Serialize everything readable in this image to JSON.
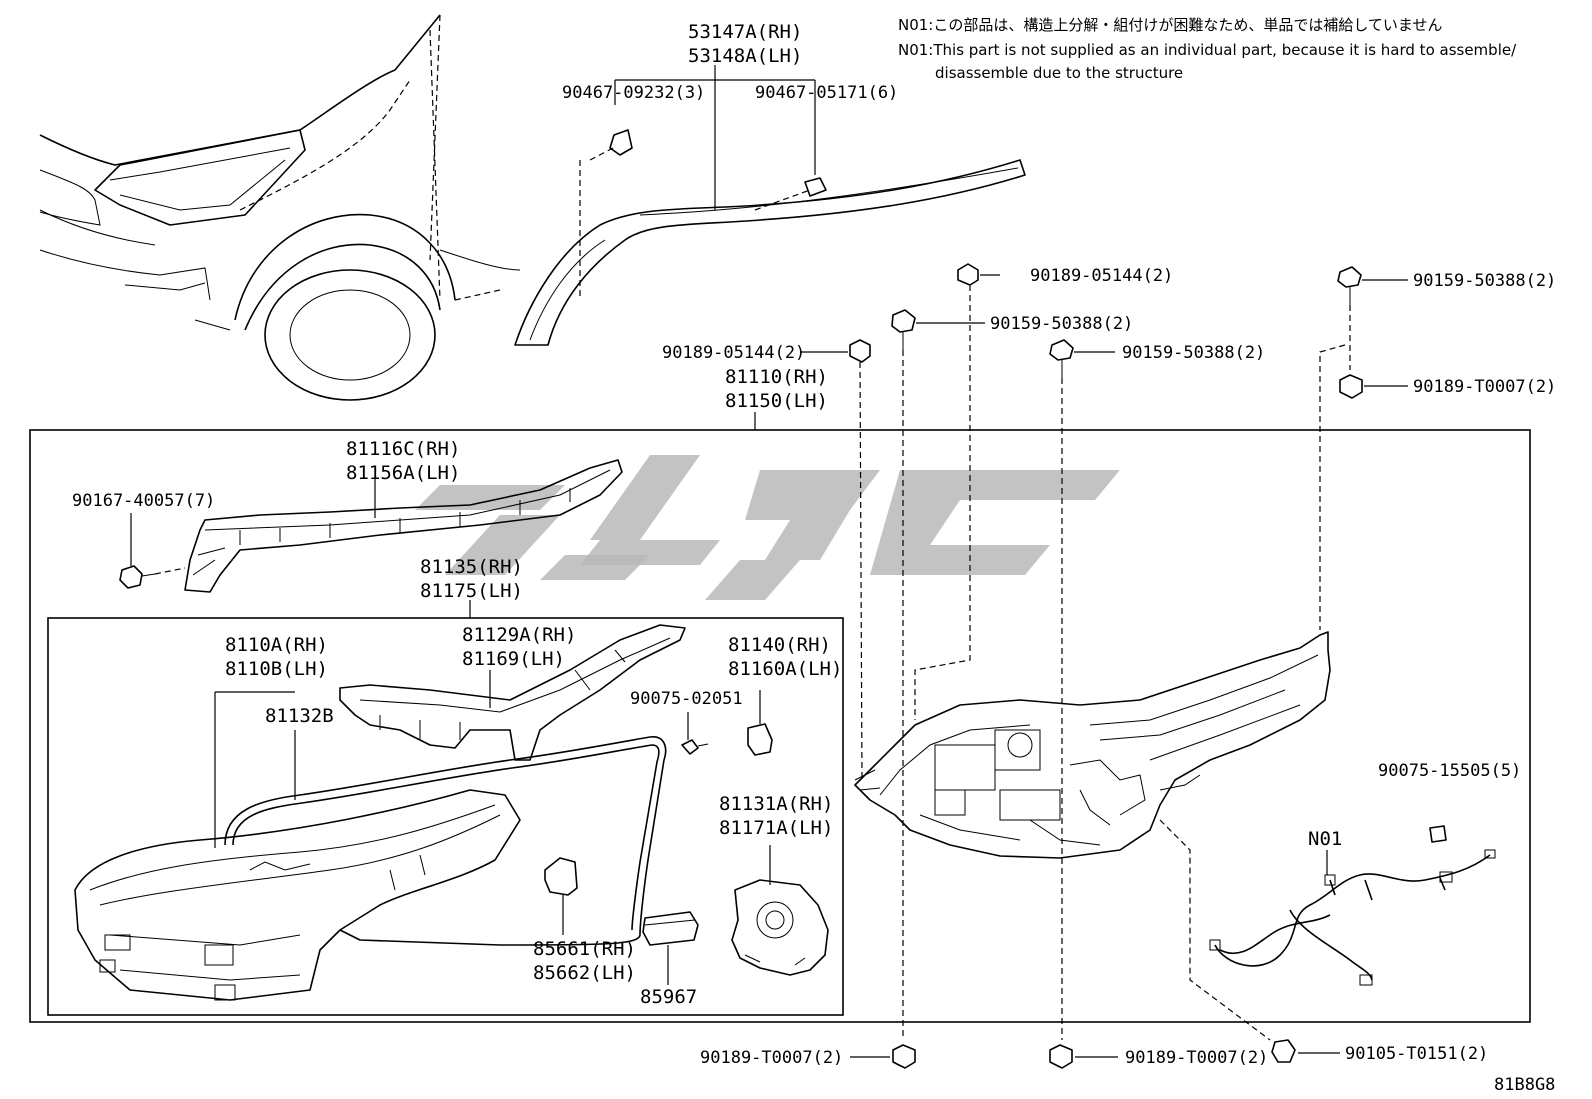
{
  "notes": {
    "jp": "N01:この部品は、構造上分解・組付けが困難なため、単品では補給していません",
    "en1": "N01:This part is not supplied as an individual part, because it is hard to assemble/",
    "en2": "disassemble due to the structure"
  },
  "diagram_code": "81B8G8",
  "labels": {
    "p53147": "53147A(RH)",
    "p53148": "53148A(LH)",
    "p90467a": "90467-09232(3)",
    "p90467b": "90467-05171(6)",
    "p90189a": "90189-05144(2)",
    "p90159a": "90159-50388(2)",
    "p90159b": "90159-50388(2)",
    "p90159c": "90159-50388(2)",
    "p90189b": "90189-05144(2)",
    "p90189c": "90189-T0007(2)",
    "p81110": "81110(RH)",
    "p81150": "81150(LH)",
    "p81116": "81116C(RH)",
    "p81156": "81156A(LH)",
    "p90167": "90167-40057(7)",
    "p81135": "81135(RH)",
    "p81175": "81175(LH)",
    "p8110a": "8110A(RH)",
    "p8110b": "8110B(LH)",
    "p81132": "81132B",
    "p81129": "81129A(RH)",
    "p81169": "81169(LH)",
    "p81140": "81140(RH)",
    "p81160": "81160A(LH)",
    "p90075a": "90075-02051",
    "p81131": "81131A(RH)",
    "p81171": "81171A(LH)",
    "p85661": "85661(RH)",
    "p85662": "85662(LH)",
    "p85967": "85967",
    "p90075b": "90075-15505(5)",
    "n01": "N01",
    "p90189d": "90189-T0007(2)",
    "p90189e": "90189-T0007(2)",
    "p90105": "90105-T0151(2)"
  }
}
